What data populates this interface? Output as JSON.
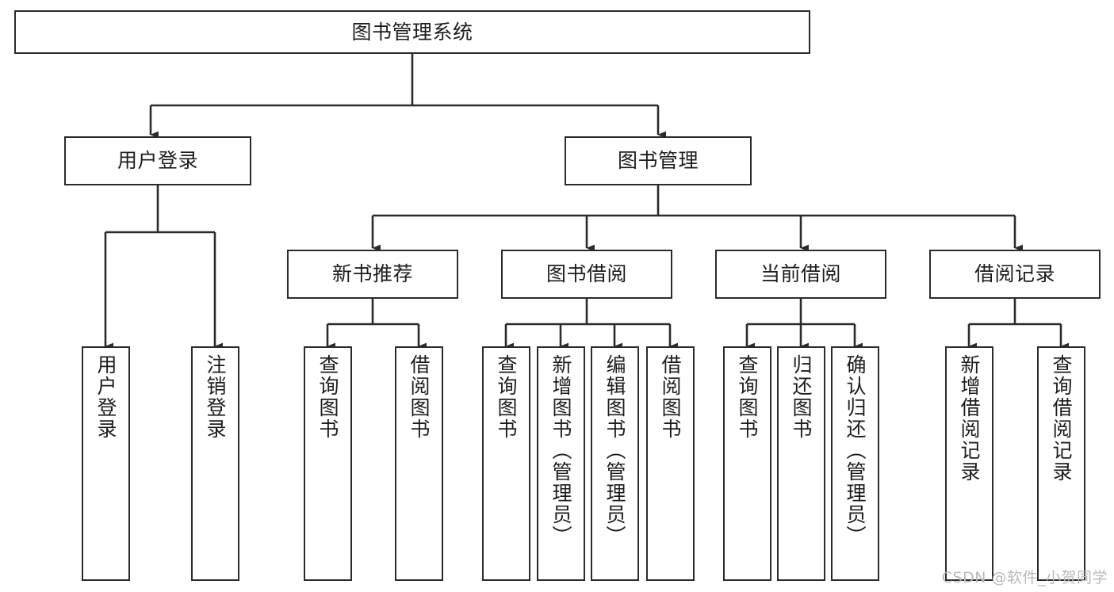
{
  "diagram": {
    "title": "图书管理系统",
    "type": "tree-hierarchy-chart",
    "root": {
      "id": "root",
      "label": "图书管理系统"
    },
    "level2": [
      {
        "id": "user-login",
        "label": "用户登录"
      },
      {
        "id": "book-manage",
        "label": "图书管理"
      }
    ],
    "level3": [
      {
        "id": "new-book-rec",
        "label": "新书推荐"
      },
      {
        "id": "book-borrow",
        "label": "图书借阅"
      },
      {
        "id": "current-borrow",
        "label": "当前借阅"
      },
      {
        "id": "borrow-record",
        "label": "借阅记录"
      }
    ],
    "leaves": [
      {
        "id": "leaf-user-login",
        "label": "用户登录"
      },
      {
        "id": "leaf-logout-login",
        "label": "注销登录"
      },
      {
        "id": "leaf-query-book-1",
        "label": "查询图书"
      },
      {
        "id": "leaf-borrow-book-1",
        "label": "借阅图书"
      },
      {
        "id": "leaf-query-book-2",
        "label": "查询图书"
      },
      {
        "id": "leaf-add-book",
        "label": "新增图书（管理员）"
      },
      {
        "id": "leaf-edit-book",
        "label": "编辑图书（管理员）"
      },
      {
        "id": "leaf-borrow-book-2",
        "label": "借阅图书"
      },
      {
        "id": "leaf-query-book-3",
        "label": "查询图书"
      },
      {
        "id": "leaf-return-book",
        "label": "归还图书"
      },
      {
        "id": "leaf-confirm-return",
        "label": "确认归还（管理员）"
      },
      {
        "id": "leaf-add-record",
        "label": "新增借阅记录"
      },
      {
        "id": "leaf-query-record",
        "label": "查询借阅记录"
      }
    ],
    "watermark": "CSDN @软件_小贺同学",
    "colors": {
      "stroke": "#2b2b2b",
      "fill": "#ffffff",
      "text": "#1d1d1d",
      "watermark": "#b9b9b9"
    }
  }
}
